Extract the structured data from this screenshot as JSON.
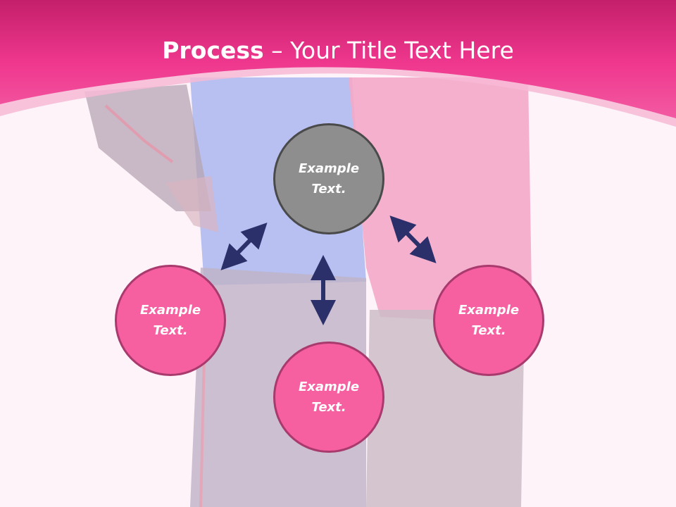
{
  "slide": {
    "title_bold": "Process",
    "title_rest": "– Your Title Text Here"
  },
  "nodes": {
    "top": "Example Text.",
    "left": "Example Text.",
    "right": "Example Text.",
    "bottom": "Example Text."
  },
  "colors": {
    "header": "#f0388f",
    "node_pink": "#f65fa0",
    "node_gray": "#8e8e8e",
    "arrow": "#2b2f6a"
  },
  "icons": [
    "double-arrow-icon"
  ]
}
